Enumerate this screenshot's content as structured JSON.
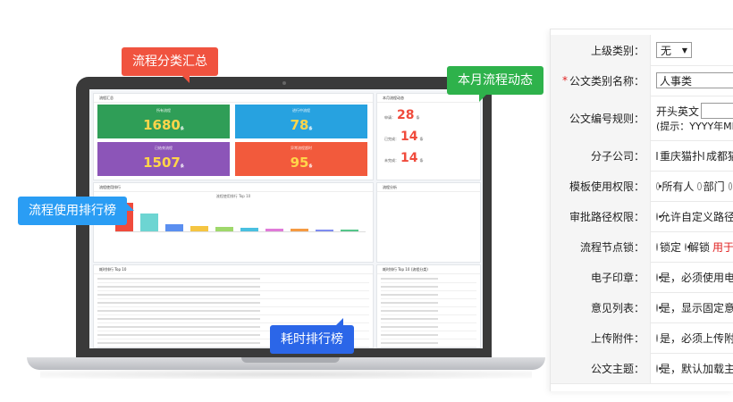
{
  "callouts": {
    "summary": "流程分类汇总",
    "monthly": "本月流程动态",
    "usage_rank": "流程使用排行榜",
    "time_rank": "耗时排行榜"
  },
  "dashboard": {
    "panel_summary_title": "流程汇总",
    "panel_dynamic_title": "本月流程动态",
    "panel_rank_title": "流程使用排行",
    "panel_chart_title": "流程使用排行 Top 10",
    "panel_other_title": "流程分析",
    "panel_time_title": "耗时排行 Top 10",
    "panel_time2_title": "耗时排行 Top 10 (流程分类)",
    "tiles": [
      {
        "label": "所有流程",
        "value": "1680",
        "unit": "条",
        "color": "#2f9e57"
      },
      {
        "label": "进行中流程",
        "value": "78",
        "unit": "条",
        "color": "#27a2e0"
      },
      {
        "label": "已结束流程",
        "value": "1507",
        "unit": "条",
        "color": "#8c55b8"
      },
      {
        "label": "异常流程超时",
        "value": "95",
        "unit": "条",
        "color": "#f25a3c"
      }
    ],
    "dynamics": [
      {
        "label": "申请：",
        "value": "28",
        "unit": "条"
      },
      {
        "label": "已完成：",
        "value": "14",
        "unit": "条"
      },
      {
        "label": "未完成：",
        "value": "14",
        "unit": "条"
      }
    ],
    "bar_values": [
      95,
      60,
      25,
      18,
      15,
      12,
      10,
      8,
      6,
      5
    ],
    "bar_colors": [
      "#f04b3c",
      "#6dd5d2",
      "#5b8ff0",
      "#f5c542",
      "#9fd86b",
      "#4ac0e0",
      "#e07ad8",
      "#f59a42",
      "#7e8cf0",
      "#55c58a"
    ]
  },
  "form": {
    "rows": [
      {
        "label": "上级类别：",
        "type": "select",
        "value": "无"
      },
      {
        "label": "公文类别名称：",
        "type": "text",
        "value": "人事类",
        "required": true
      },
      {
        "label": "公文编号规则：",
        "type": "rule",
        "value": "开头英文",
        "hint": "(提示：YYYY年MM月"
      },
      {
        "label": "分子公司：",
        "type": "checks",
        "options": [
          "重庆猫扑",
          "成都猫"
        ]
      },
      {
        "label": "模板使用权限：",
        "type": "radios",
        "options": [
          "所有人",
          "部门"
        ],
        "selected": 0
      },
      {
        "label": "审批路径权限：",
        "type": "radios",
        "options": [
          "允许自定义路径"
        ],
        "selected": 0
      },
      {
        "label": "流程节点锁：",
        "type": "lock",
        "options": [
          "锁定",
          "解锁"
        ],
        "selected": 1,
        "note": "用于"
      },
      {
        "label": "电子印章：",
        "type": "radios",
        "options": [
          "是，必须使用电印"
        ],
        "selected": 0
      },
      {
        "label": "意见列表：",
        "type": "radios",
        "options": [
          "是，显示固定意见"
        ],
        "selected": 0
      },
      {
        "label": "上传附件：",
        "type": "radios",
        "options": [
          "是，必须上传附件"
        ],
        "selected": -1
      },
      {
        "label": "公文主题：",
        "type": "radios",
        "options": [
          "是，默认加载主题"
        ],
        "selected": 0
      }
    ]
  }
}
